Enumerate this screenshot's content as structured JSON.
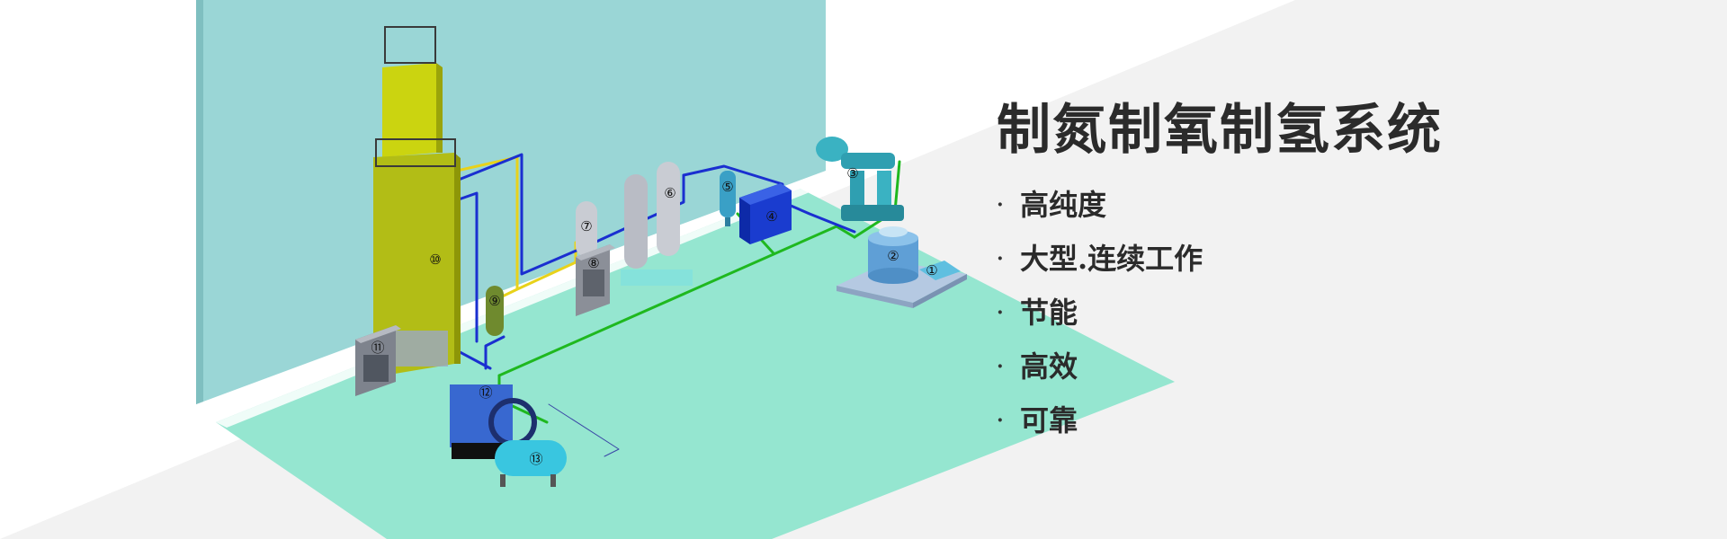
{
  "banner": {
    "title": "制氮制氧制氢系统",
    "features": [
      "高纯度",
      "大型.连续工作",
      "节能",
      "高效",
      "可靠"
    ],
    "bullet": "·",
    "equipment_numbers": [
      "①",
      "②",
      "③",
      "④",
      "⑤",
      "⑥",
      "⑦",
      "⑧",
      "⑨",
      "⑩",
      "⑪",
      "⑫",
      "⑬"
    ]
  },
  "colors": {
    "wall": "#9ad6d6",
    "floor": "#95e6d0",
    "background_stripe": "#f2f2f2",
    "title_text": "#2b2b2b",
    "column": "#b9c61a",
    "pipe_blue": "#1a2fd0",
    "pipe_green": "#1fb81f",
    "pipe_yellow": "#e8d21a",
    "equipment_teal": "#3ab2c2",
    "equipment_blue": "#2a55b8",
    "tank_grey": "#b9bcc5"
  }
}
